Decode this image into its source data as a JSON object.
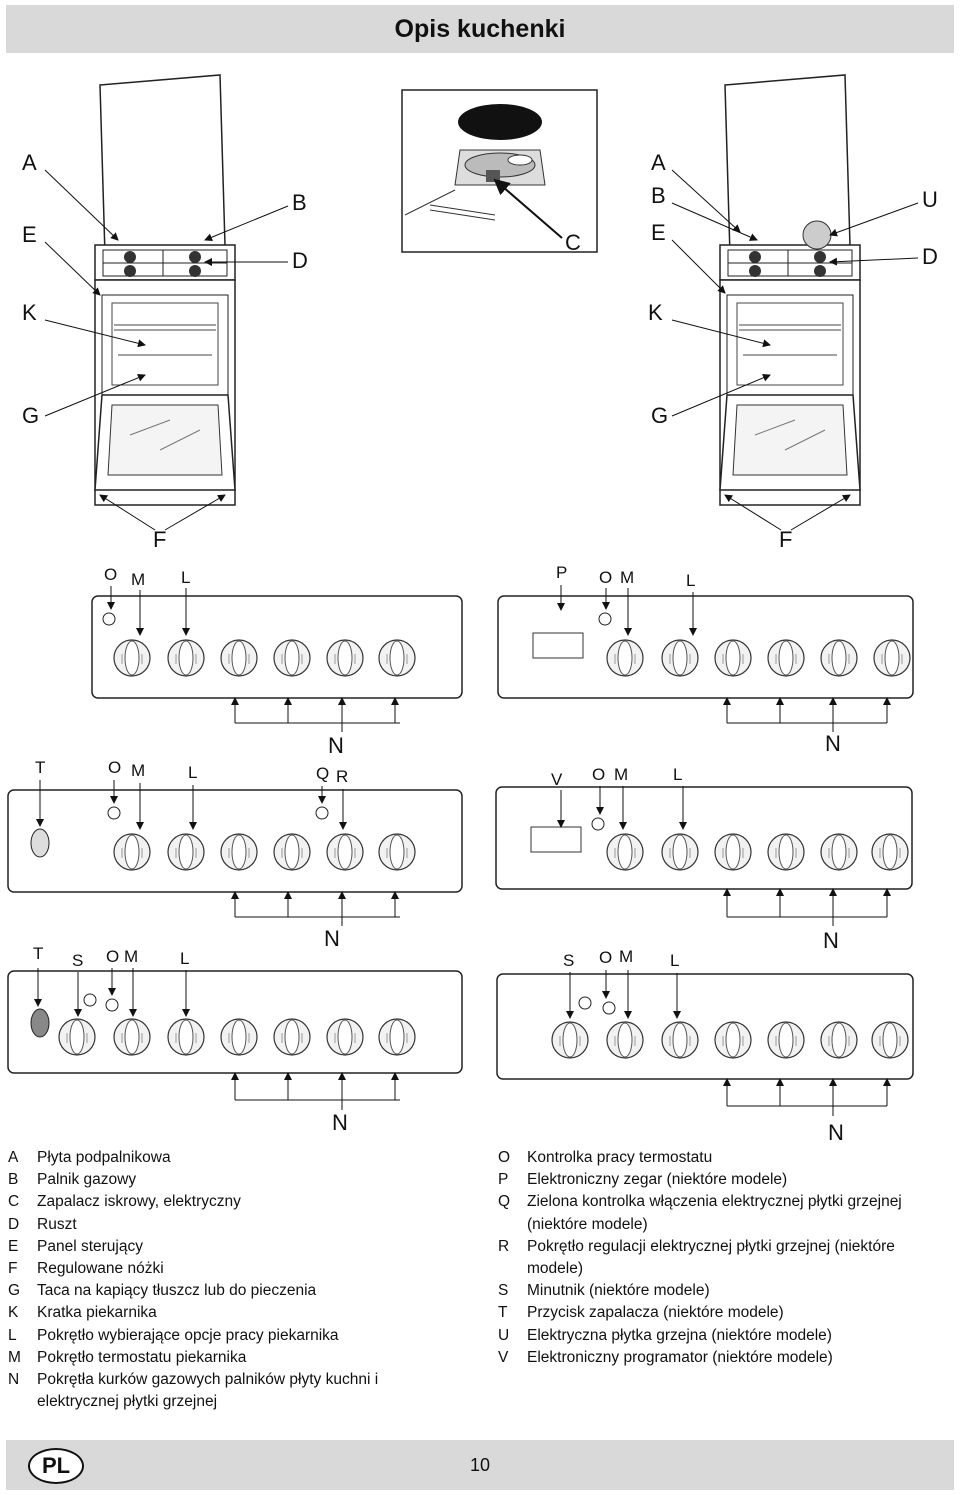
{
  "title": "Opis kuchenki",
  "figures": {
    "cooker_left": {
      "A": "A",
      "B": "B",
      "D": "D",
      "E": "E",
      "K": "K",
      "G": "G",
      "F": "F"
    },
    "burner_detail": {
      "C": "C"
    },
    "cooker_right": {
      "A": "A",
      "B": "B",
      "E": "E",
      "U": "U",
      "D": "D",
      "K": "K",
      "G": "G",
      "F": "F"
    },
    "panel_1": {
      "O": "O",
      "M": "M",
      "L": "L",
      "N": "N"
    },
    "panel_2": {
      "P": "P",
      "O": "O",
      "M": "M",
      "L": "L",
      "N": "N"
    },
    "panel_3": {
      "T": "T",
      "O": "O",
      "M": "M",
      "L": "L",
      "Q": "Q",
      "R": "R",
      "N": "N"
    },
    "panel_4": {
      "V": "V",
      "O": "O",
      "M": "M",
      "L": "L",
      "N": "N"
    },
    "panel_5": {
      "T": "T",
      "S": "S",
      "O": "O",
      "M": "M",
      "L": "L",
      "N": "N"
    },
    "panel_6": {
      "S": "S",
      "O": "O",
      "M": "M",
      "L": "L",
      "N": "N"
    }
  },
  "legend_left": [
    {
      "key": "A",
      "text": "Płyta podpalnikowa"
    },
    {
      "key": "B",
      "text": "Palnik gazowy"
    },
    {
      "key": "C",
      "text": "Zapalacz iskrowy, elektryczny"
    },
    {
      "key": "D",
      "text": "Ruszt"
    },
    {
      "key": "E",
      "text": "Panel sterujący"
    },
    {
      "key": "F",
      "text": "Regulowane nóżki"
    },
    {
      "key": "G",
      "text": "Taca na kapiący tłuszcz lub do pieczenia"
    },
    {
      "key": "K",
      "text": "Kratka piekarnika"
    },
    {
      "key": "L",
      "text": "Pokrętło wybierające opcje pracy piekarnika"
    },
    {
      "key": "M",
      "text": "Pokrętło termostatu piekarnika"
    },
    {
      "key": "N",
      "text": "Pokrętła kurków gazowych palników płyty kuchni i elektrycznej płytki grzejnej"
    }
  ],
  "legend_right": [
    {
      "key": "O",
      "text": "Kontrolka pracy termostatu"
    },
    {
      "key": "P",
      "text": "Elektroniczny zegar (niektóre modele)"
    },
    {
      "key": "Q",
      "text": "Zielona kontrolka włączenia elektrycznej płytki grzejnej (niektóre modele)"
    },
    {
      "key": "R",
      "text": "Pokrętło regulacji elektrycznej płytki grzejnej (niektóre modele)"
    },
    {
      "key": "S",
      "text": "Minutnik (niektóre modele)"
    },
    {
      "key": "T",
      "text": "Przycisk zapalacza (niektóre modele)"
    },
    {
      "key": "U",
      "text": "Elektryczna płytka grzejna (niektóre modele)"
    },
    {
      "key": "V",
      "text": "Elektroniczny programator (niektóre modele)"
    }
  ],
  "footer": {
    "language_badge": "PL",
    "page_number": "10"
  }
}
